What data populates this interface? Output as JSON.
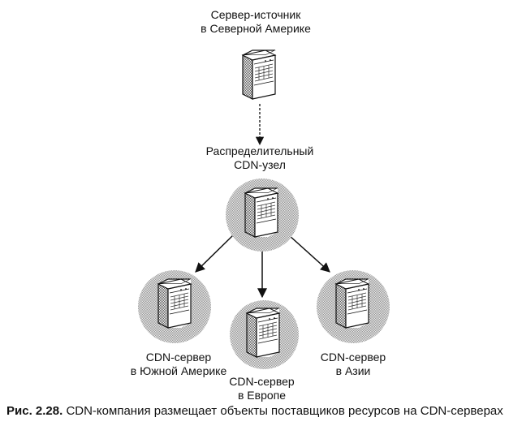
{
  "diagram": {
    "origin": {
      "line1": "Сервер-источник",
      "line2": "в Северной Америке",
      "icon": "server-tower-icon"
    },
    "distribution_node": {
      "line1": "Распределительный",
      "line2": "CDN-узел",
      "icon": "server-tower-icon"
    },
    "edge_servers": [
      {
        "line1": "CDN-сервер",
        "line2": "в Южной Америке",
        "icon": "server-tower-icon"
      },
      {
        "line1": "CDN-сервер",
        "line2": "в Европе",
        "icon": "server-tower-icon"
      },
      {
        "line1": "CDN-сервер",
        "line2": "в Азии",
        "icon": "server-tower-icon"
      }
    ],
    "connections": [
      {
        "from": "origin",
        "to": "distribution_node",
        "style": "dashed-arrow"
      },
      {
        "from": "distribution_node",
        "to": "edge_servers.0",
        "style": "arrow"
      },
      {
        "from": "distribution_node",
        "to": "edge_servers.1",
        "style": "arrow"
      },
      {
        "from": "distribution_node",
        "to": "edge_servers.2",
        "style": "arrow"
      }
    ]
  },
  "caption": {
    "number": "Рис. 2.28.",
    "text": "CDN-компания размещает объекты поставщиков ресурсов на CDN-серверах"
  }
}
